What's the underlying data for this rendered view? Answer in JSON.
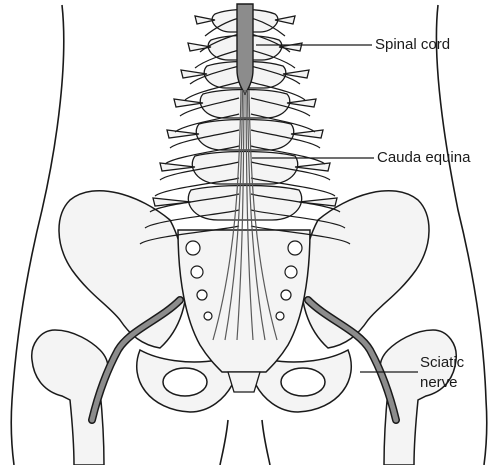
{
  "labels": {
    "spinal_cord": "Spinal cord",
    "cauda_equina": "Cauda equina",
    "sciatic_nerve_line1": "Sciatic",
    "sciatic_nerve_line2": "nerve"
  },
  "colors": {
    "outline": "#1a1a1a",
    "nerve_fill": "#8c8c8c",
    "bone_fill": "#f4f4f4",
    "background": "#ffffff"
  }
}
